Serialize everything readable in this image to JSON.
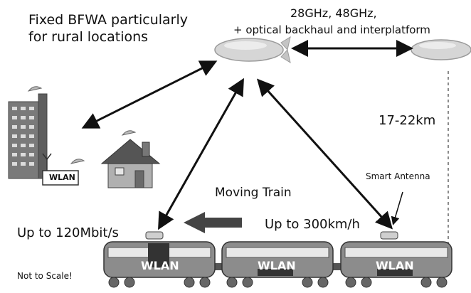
{
  "labels": {
    "fixed_bfwa_line1": "Fixed BFWA particularly",
    "fixed_bfwa_line2": "for rural locations",
    "freq_line1": "28GHz, 48GHz,",
    "freq_line2": "+ optical backhaul and interplatform",
    "distance": "17-22km",
    "smart_antenna": "Smart Antenna",
    "moving_train": "Moving Train",
    "speed": "Up to 300km/h",
    "bitrate": "Up to 120Mbit/s",
    "not_to_scale": "Not to Scale!",
    "wlan_building": "WLAN",
    "wlan_car_1": "WLAN",
    "wlan_car_2": "WLAN",
    "wlan_car_3": "WLAN"
  },
  "colors": {
    "airship": "#d6d6d6",
    "building": "#7a7a7a",
    "house_wall": "#b0b0b0",
    "roof": "#555555",
    "train_car": "#8c8c8c",
    "arrow": "#111111"
  }
}
